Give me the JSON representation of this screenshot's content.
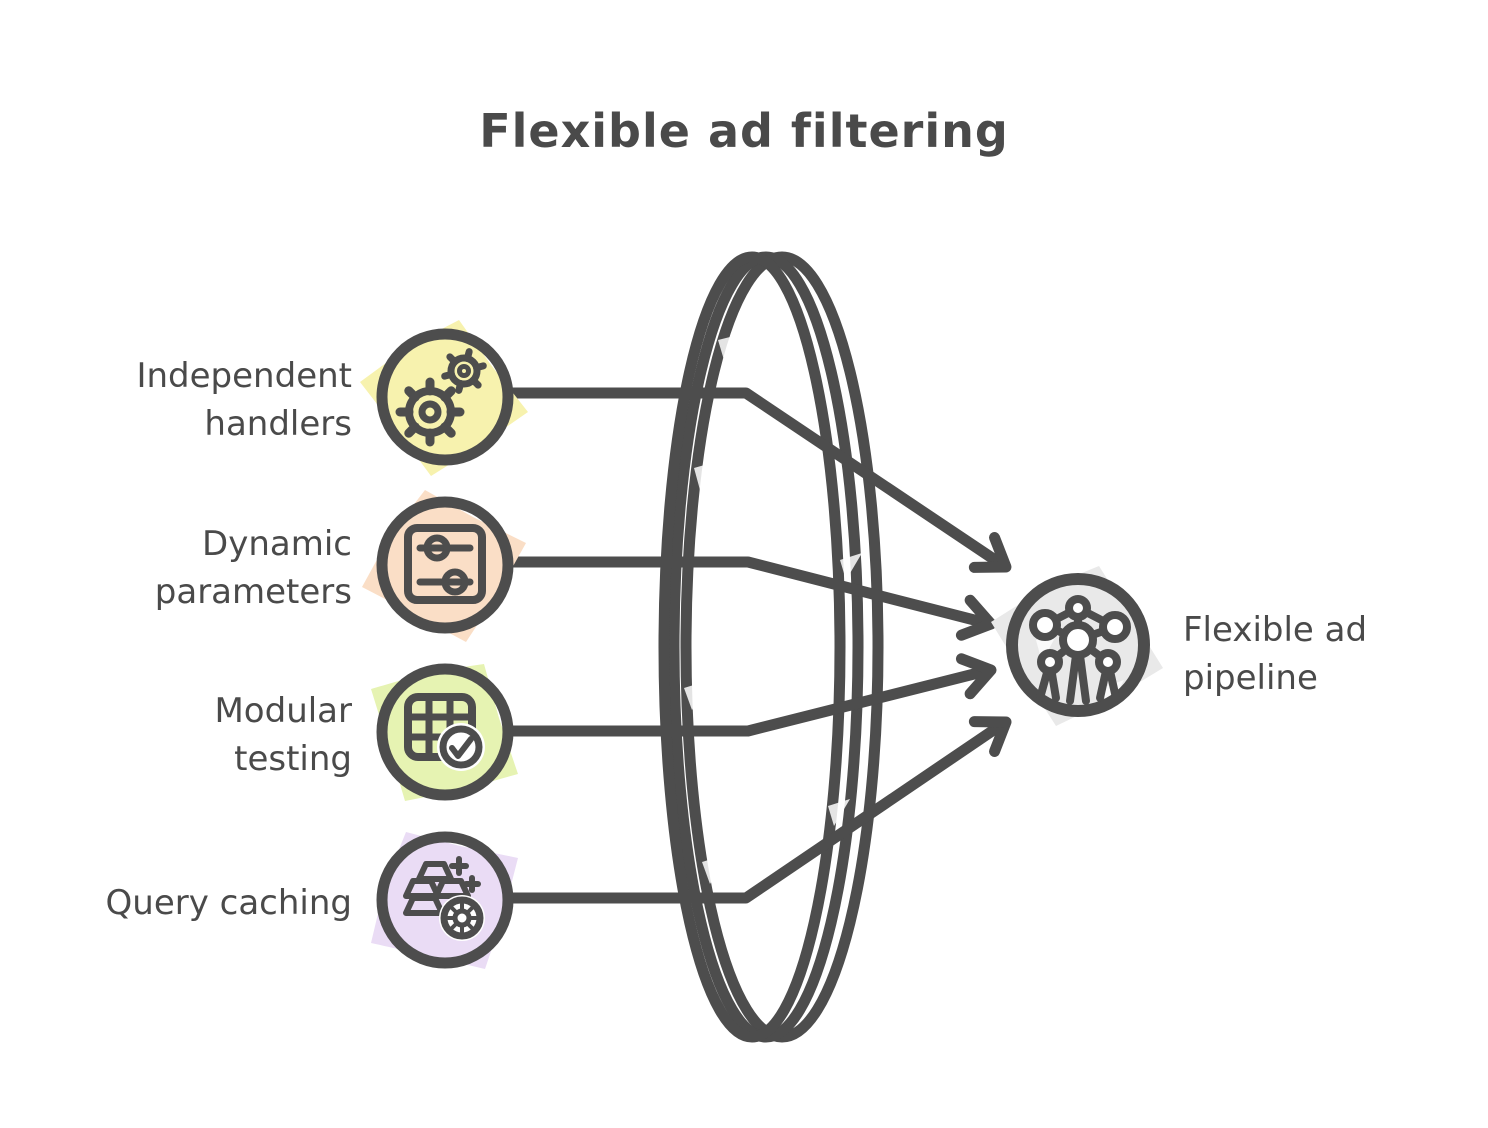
{
  "title": "Flexible ad filtering",
  "items": [
    {
      "lines": [
        "Independent",
        "handlers"
      ],
      "icon": "gears-icon",
      "color": "#f7f2ae"
    },
    {
      "lines": [
        "Dynamic",
        "parameters"
      ],
      "icon": "sliders-icon",
      "color": "#fadec6"
    },
    {
      "lines": [
        "Modular",
        "testing"
      ],
      "icon": "table-check-icon",
      "color": "#e6f3b2"
    },
    {
      "lines": [
        "Query caching"
      ],
      "icon": "ingots-coin-icon",
      "color": "#eadcf5"
    }
  ],
  "output": {
    "lines": [
      "Flexible ad",
      "pipeline"
    ],
    "icon": "atomium-icon",
    "color": "#e9e9e9"
  },
  "colors": {
    "ink": "#4d4d4d",
    "text": "#4a4a4a",
    "lens_fill": "#ebebeb"
  }
}
